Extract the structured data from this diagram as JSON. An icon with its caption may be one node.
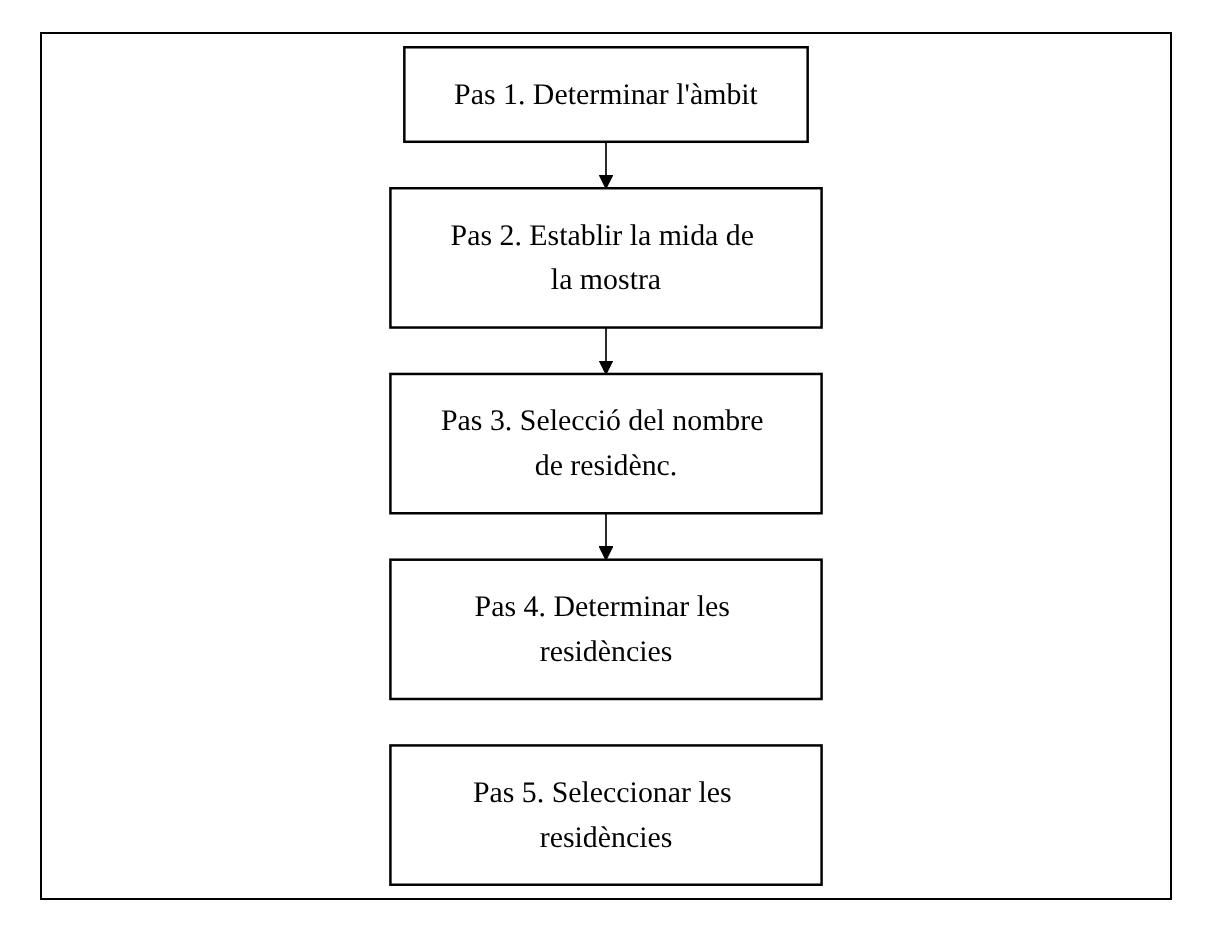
{
  "diagram": {
    "nodes": [
      {
        "text": [
          "Pas 1. Determinar l'àmbit"
        ]
      },
      {
        "text": [
          "Pas 2. Establir la mida de la mostra"
        ]
      },
      {
        "text": [
          "Pas 3. Selecció del nombre de residènc."
        ]
      },
      {
        "text": [
          "Pas 4. Determinar les residències"
        ]
      },
      {
        "text": [
          "Pas 5. Seleccionar les residències"
        ]
      }
    ],
    "edges": [
      {
        "from": 0,
        "to": 1,
        "arrow": "to"
      },
      {
        "from": 1,
        "to": 2,
        "arrow": "to"
      },
      {
        "from": 2,
        "to": 3,
        "arrow": "to"
      }
    ]
  }
}
